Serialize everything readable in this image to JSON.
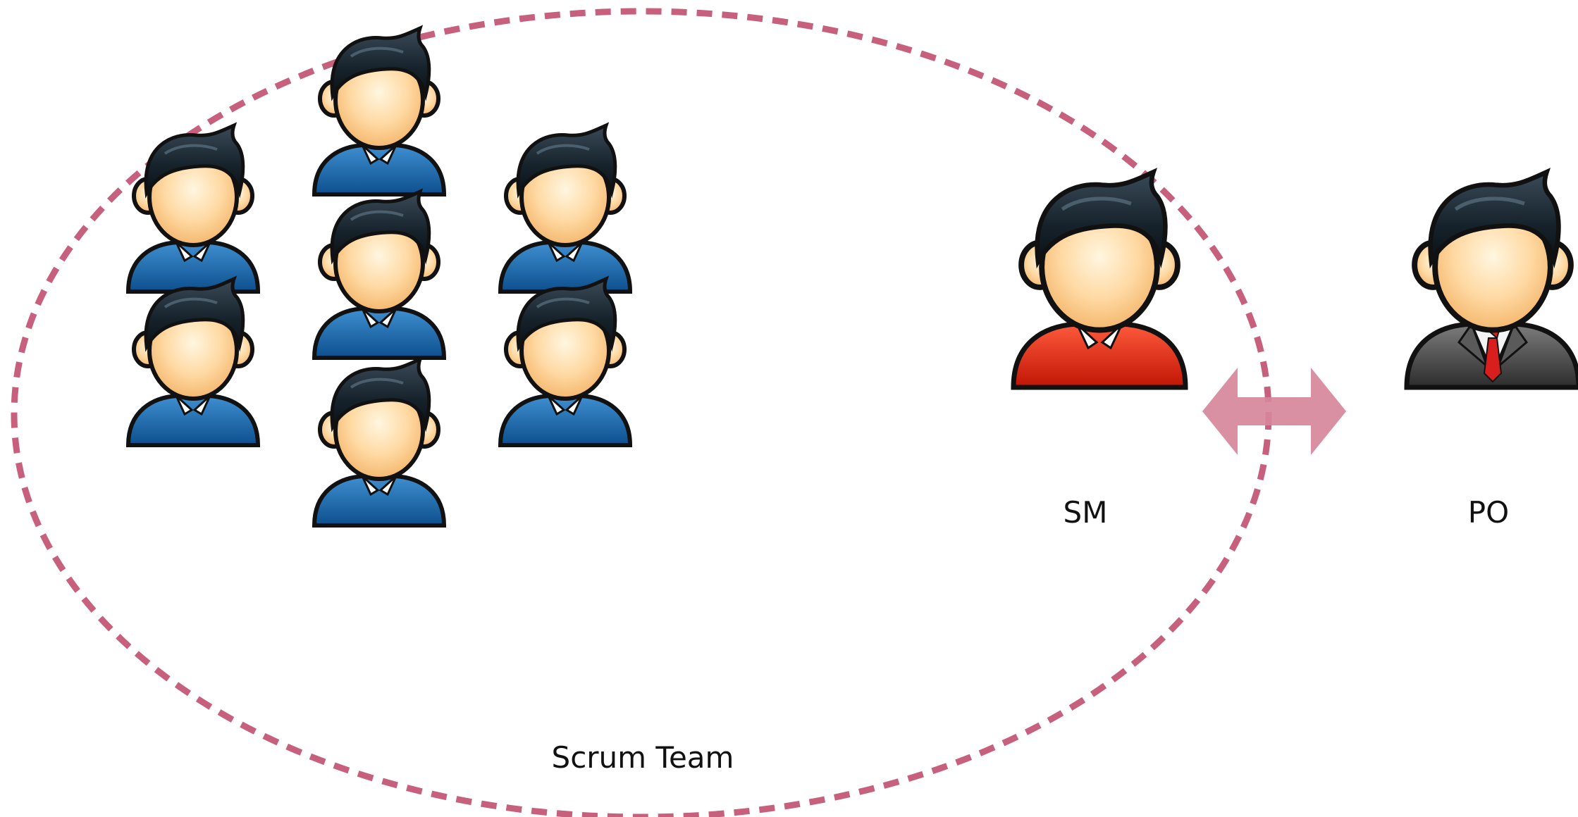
{
  "diagram": {
    "team_label": "Scrum Team",
    "sm_label": "SM",
    "po_label": "PO"
  },
  "colors": {
    "boundary": "#c6607d",
    "arrow": "#d7879b",
    "member_shirt": "#1f73b7",
    "sm_shirt": "#e52b1e",
    "po_suit": "#4a4a4a",
    "po_tie": "#d91e1e",
    "skin": "#ffd9a3",
    "hair": "#1c2a33"
  },
  "icons": {
    "member": "person-icon",
    "scrum_master": "person-red-icon",
    "product_owner": "businessman-icon",
    "connection": "double-arrow-icon"
  }
}
